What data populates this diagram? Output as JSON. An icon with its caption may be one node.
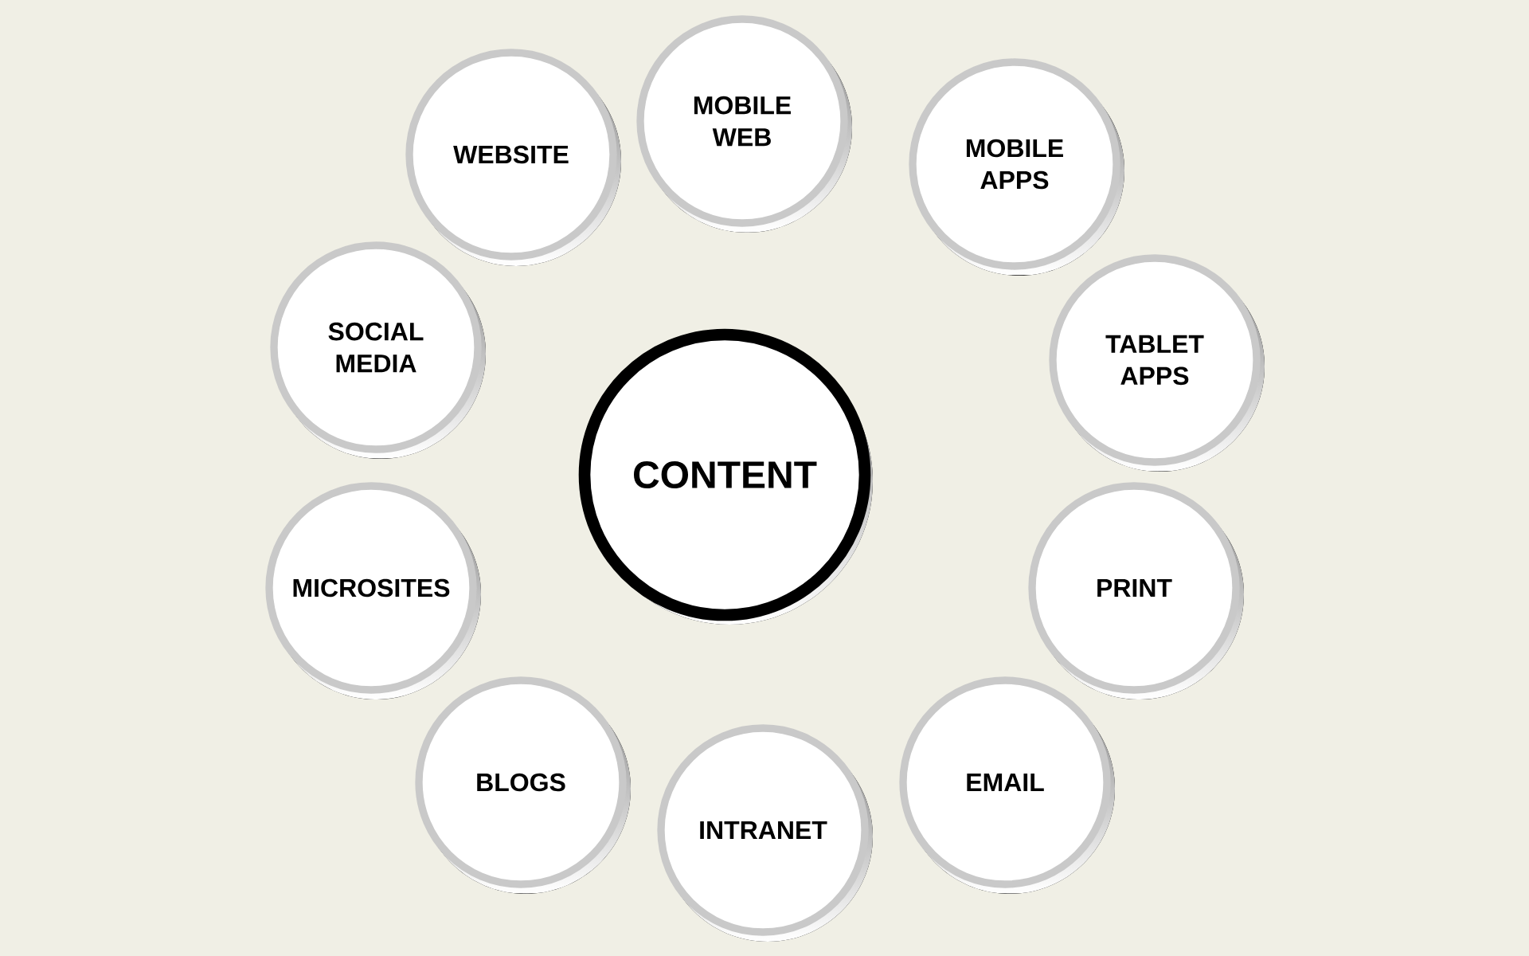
{
  "diagram": {
    "nodes": [
      {
        "text": [
          "CONTENT"
        ]
      },
      {
        "text": [
          "WEBSITE"
        ]
      },
      {
        "text": [
          "MOBILE WEB"
        ]
      },
      {
        "text": [
          "MOBILE APPS"
        ]
      },
      {
        "text": [
          "SOCIAL MEDIA"
        ]
      },
      {
        "text": [
          "TABLET APPS"
        ]
      },
      {
        "text": [
          "MICROSITES"
        ]
      },
      {
        "text": [
          "PRINT"
        ]
      },
      {
        "text": [
          "BLOGS"
        ]
      },
      {
        "text": [
          "EMAIL"
        ]
      },
      {
        "text": [
          "INTRANET"
        ]
      }
    ]
  }
}
